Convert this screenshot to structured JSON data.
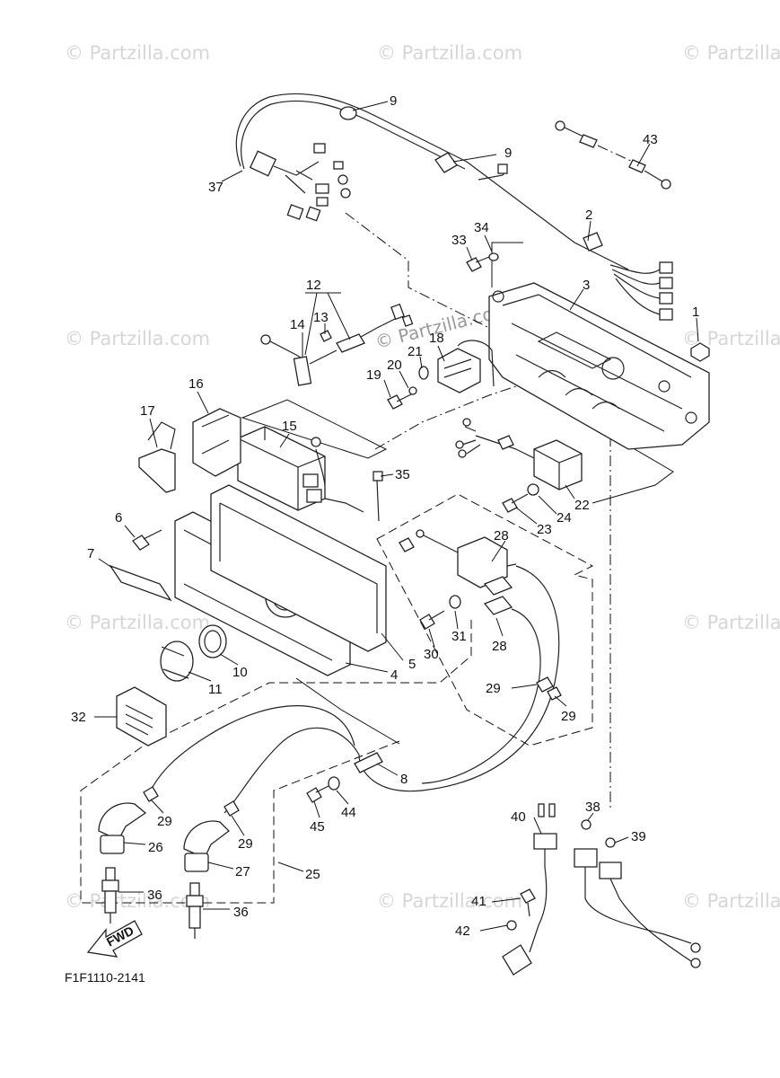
{
  "watermark": "© Partzilla.com",
  "diagram_code": "F1F1110-2141",
  "fwd_arrow": {
    "label": "FWD"
  },
  "callouts": [
    "1",
    "2",
    "3",
    "4",
    "5",
    "6",
    "7",
    "8",
    "9",
    "9",
    "10",
    "11",
    "12",
    "13",
    "14",
    "15",
    "16",
    "17",
    "18",
    "19",
    "20",
    "21",
    "22",
    "23",
    "24",
    "25",
    "26",
    "27",
    "28",
    "28",
    "29",
    "29",
    "29",
    "29",
    "30",
    "31",
    "32",
    "33",
    "34",
    "35",
    "36",
    "36",
    "37",
    "38",
    "39",
    "40",
    "41",
    "42",
    "43",
    "44",
    "45"
  ]
}
